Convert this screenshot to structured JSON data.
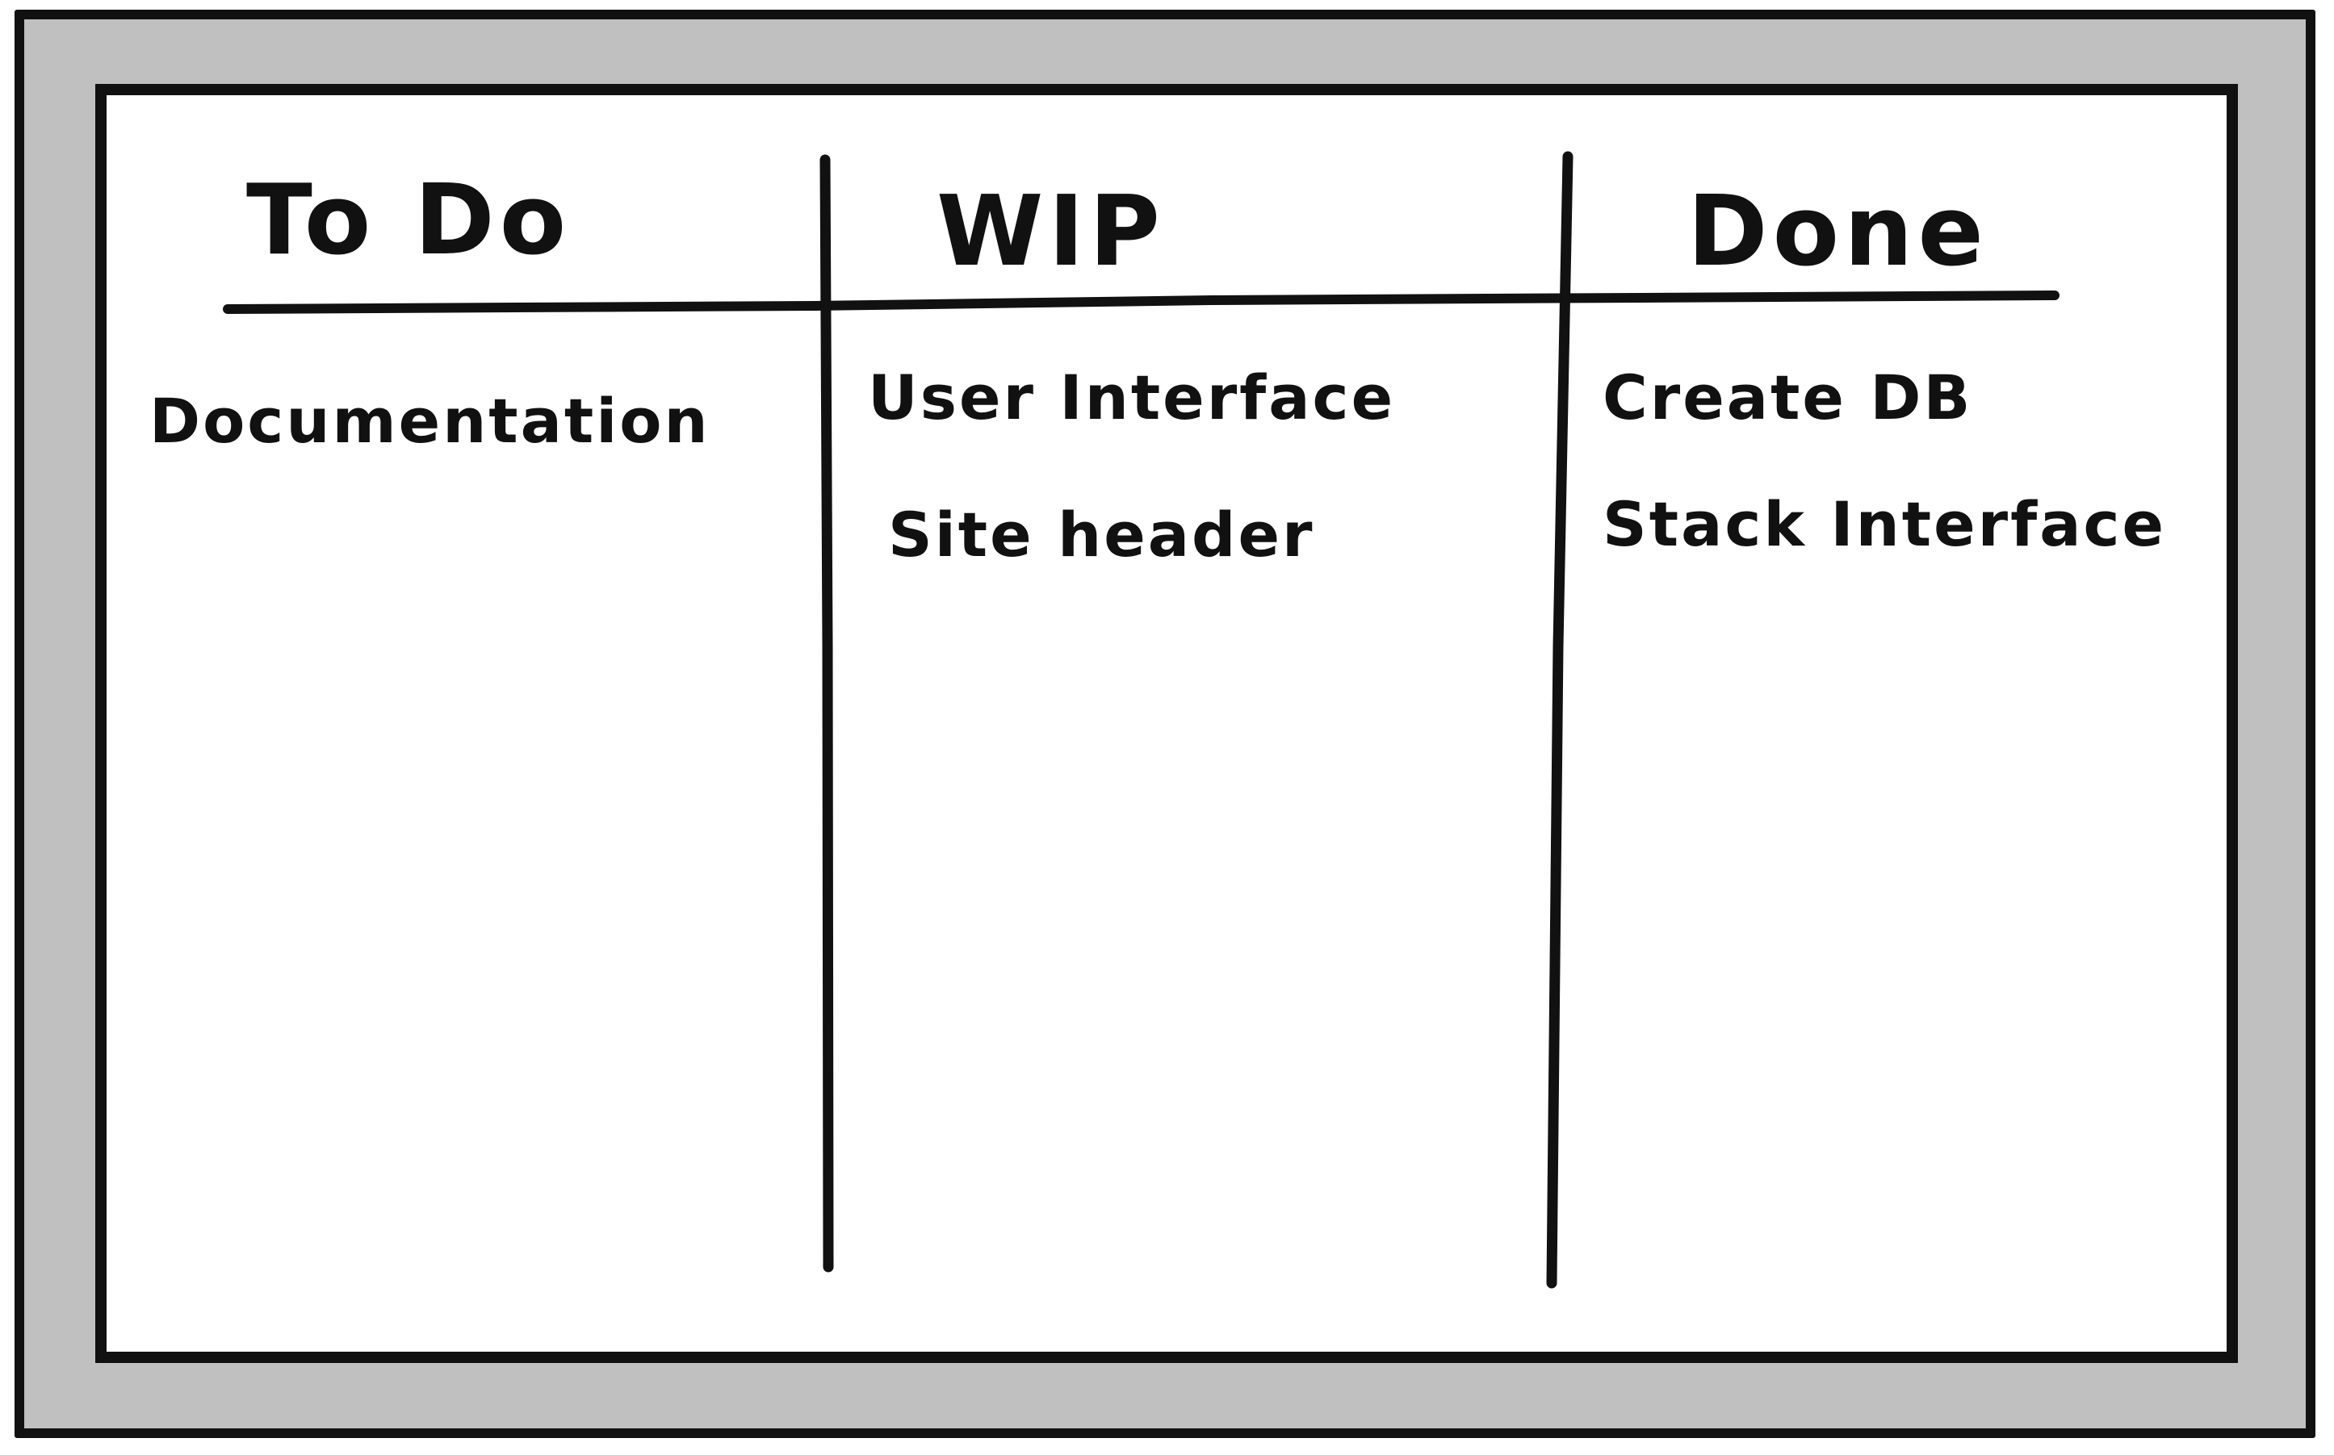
{
  "board": {
    "columns": [
      {
        "title": "To Do",
        "items": [
          "Documentation"
        ]
      },
      {
        "title": "WIP",
        "items": [
          "User Interface",
          "Site header"
        ]
      },
      {
        "title": "Done",
        "items": [
          "Create DB",
          "Stack Interface"
        ]
      }
    ],
    "colors": {
      "frame": "#c0c0c0",
      "board": "#ffffff",
      "ink": "#111111"
    }
  }
}
